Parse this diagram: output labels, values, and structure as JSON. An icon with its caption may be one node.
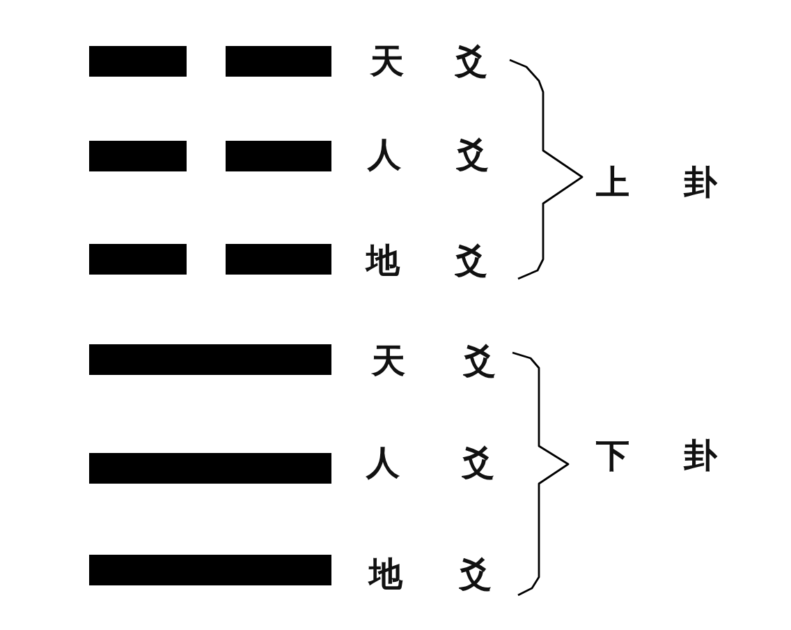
{
  "diagram": {
    "nodes": [
      {
        "text": [],
        "shape": "bar"
      },
      {
        "text": [],
        "shape": "bar",
        "beside": [
          "天爻"
        ]
      },
      {
        "text": [],
        "shape": "bar"
      },
      {
        "text": [],
        "shape": "bar",
        "beside": [
          "人爻"
        ]
      },
      {
        "text": [],
        "shape": "bar"
      },
      {
        "text": [],
        "shape": "bar",
        "beside": [
          "地爻"
        ]
      },
      {
        "text": [],
        "shape": "bar",
        "beside": [
          "天爻"
        ]
      },
      {
        "text": [],
        "shape": "bar",
        "beside": [
          "人爻"
        ]
      },
      {
        "text": [],
        "shape": "bar",
        "beside": [
          "地爻"
        ]
      }
    ],
    "labels": [
      "上卦",
      "下卦"
    ]
  }
}
